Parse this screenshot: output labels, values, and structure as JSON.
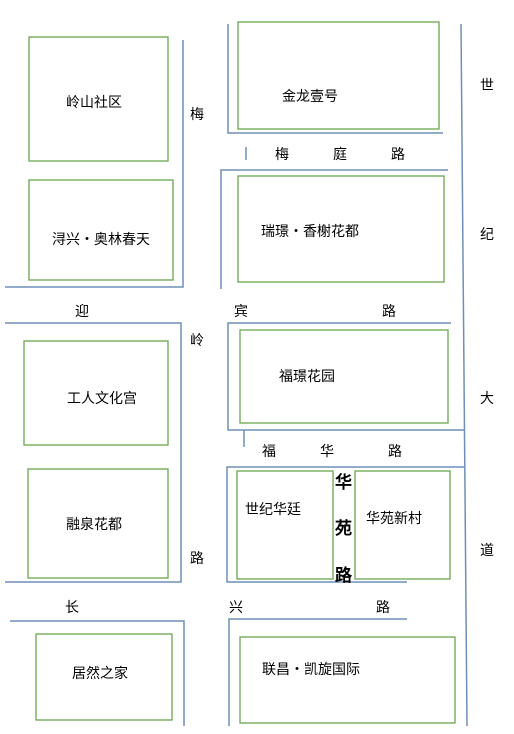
{
  "colors": {
    "block_border": "#6aa84f",
    "road_line": "#6f8fb8",
    "background": "#ffffff",
    "text": "#000000"
  },
  "blocks": {
    "lingshan": "岭山社区",
    "xunxing": "浔兴・奥林春天",
    "gongren": "工人文化宫",
    "rongquan": "融泉花都",
    "jurang": "居然之家",
    "jinlong": "金龙壹号",
    "ruijing": "瑞璟・香榭花都",
    "fujing": "福璟花园",
    "shiji": "世纪华廷",
    "huayuan": "华苑新村",
    "lianchang": "联昌・凯旋国际"
  },
  "roads": {
    "meiting": [
      "梅",
      "庭",
      "路"
    ],
    "yingbin": [
      "迎",
      "宾",
      "路"
    ],
    "fuhua": [
      "福",
      "华",
      "路"
    ],
    "changxing": [
      "长",
      "兴",
      "路"
    ],
    "meiling": [
      "梅",
      "岭",
      "路"
    ],
    "huayuan_road": [
      "华",
      "苑",
      "路"
    ],
    "shiji_dadao": [
      "世",
      "纪",
      "大",
      "道"
    ]
  }
}
